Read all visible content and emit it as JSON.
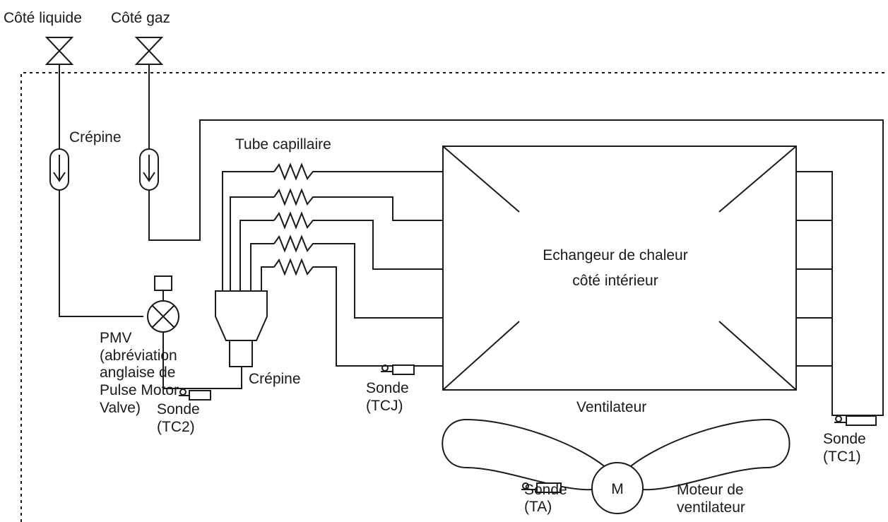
{
  "labels": {
    "liquid_side": "Côté  liquide",
    "gas_side": "Côté gaz",
    "strainer_top": "Crépine",
    "capillary_tube": "Tube  capillaire",
    "heat_exchanger_line1": "Echangeur de chaleur",
    "heat_exchanger_line2": "côté intérieur",
    "pmv_lines": [
      "PMV",
      "(abréviation",
      "anglaise de",
      "Pulse Motor",
      "Valve)"
    ],
    "sensor_tc2": [
      "Sonde",
      "(TC2)"
    ],
    "strainer_bottom": "Crépine",
    "sensor_tcj": [
      "Sonde",
      "(TCJ)"
    ],
    "fan": "Ventilateur",
    "sensor_tc1": [
      "Sonde",
      "(TC1)"
    ],
    "sensor_ta": [
      "Sonde",
      "(TA)"
    ],
    "motor_symbol": "M",
    "fan_motor": [
      "Moteur de",
      "ventilateur"
    ]
  }
}
